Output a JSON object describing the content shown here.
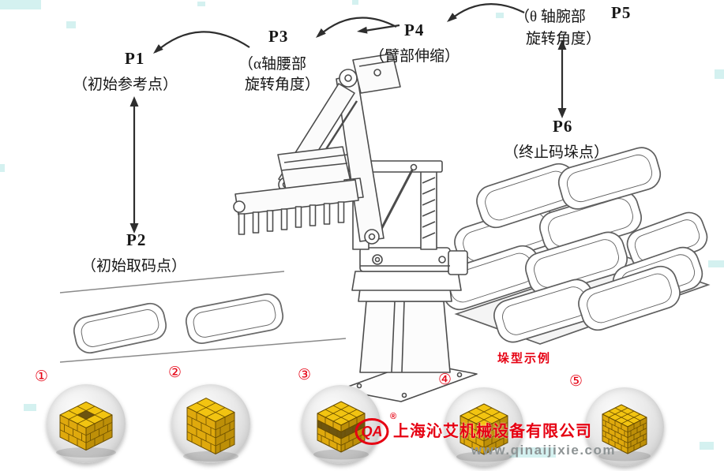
{
  "points": {
    "p1": {
      "id": "P1",
      "desc": "（初始参考点）"
    },
    "p2": {
      "id": "P2",
      "desc": "（初始取码点）"
    },
    "p3": {
      "id": "P3",
      "desc1": "（α轴腰部",
      "desc2": "旋转角度）"
    },
    "p4": {
      "id": "P4",
      "desc": "（臂部伸缩）"
    },
    "p5": {
      "id": "P5",
      "desc1": "（θ 轴腕部",
      "desc2": "旋转角度）"
    },
    "p6": {
      "id": "P6",
      "desc": "（终止码垛点）"
    }
  },
  "samples": {
    "title": "垛型示例",
    "items": [
      {
        "number": "①",
        "stack": {
          "cols": 3,
          "rows": 3,
          "layers": 3,
          "unit": 11,
          "hole": [
            1,
            1
          ]
        }
      },
      {
        "number": "②",
        "stack": {
          "cols": 3,
          "rows": 2,
          "layers": 4,
          "unit": 12
        }
      },
      {
        "number": "③",
        "stack": {
          "cols": 3,
          "rows": 3,
          "layers": 4,
          "unit": 10,
          "band": 1
        }
      },
      {
        "number": "④",
        "stack": {
          "cols": 3,
          "rows": 3,
          "layers": 4,
          "unit": 10
        }
      },
      {
        "number": "⑤",
        "stack": {
          "cols": 4,
          "rows": 3,
          "layers": 5,
          "unit": 8
        }
      }
    ]
  },
  "watermark": {
    "logo": "QA",
    "reg": "®",
    "company": "上海沁艾机械设备有限公司",
    "website": "www.qinaijixie.com"
  },
  "colors": {
    "red": "#e60012",
    "diagram_line": "#3f3f3f",
    "gold_top": "#f2c411",
    "gold_left": "#dfa90d",
    "gold_right": "#bd8f08",
    "brick_line": "#6a4e00",
    "dark_brick": "#6e5510"
  }
}
